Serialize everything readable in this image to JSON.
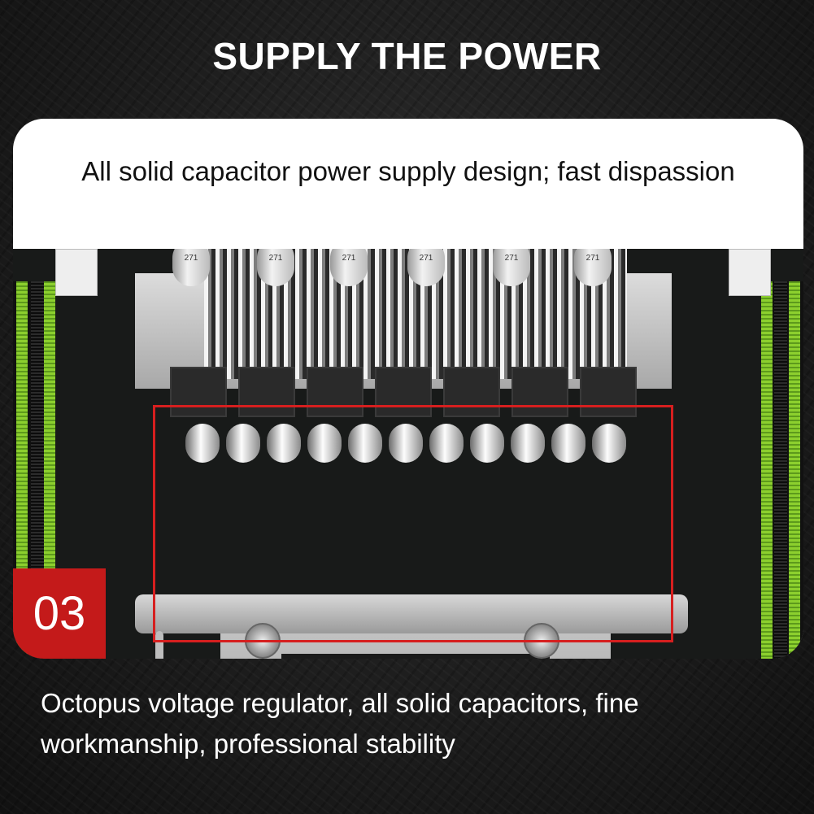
{
  "headline": "SUPPLY THE POWER",
  "subtitle": "All solid capacitor power supply design; fast dispassion",
  "badge": "03",
  "caption": "Octopus voltage regulator, all solid capacitors, fine workmanship, professional stability",
  "colors": {
    "accent_red": "#c41a1a",
    "highlight_box": "#d61f1f",
    "ram_green": "#8ccf2e",
    "text": "#ffffff"
  }
}
